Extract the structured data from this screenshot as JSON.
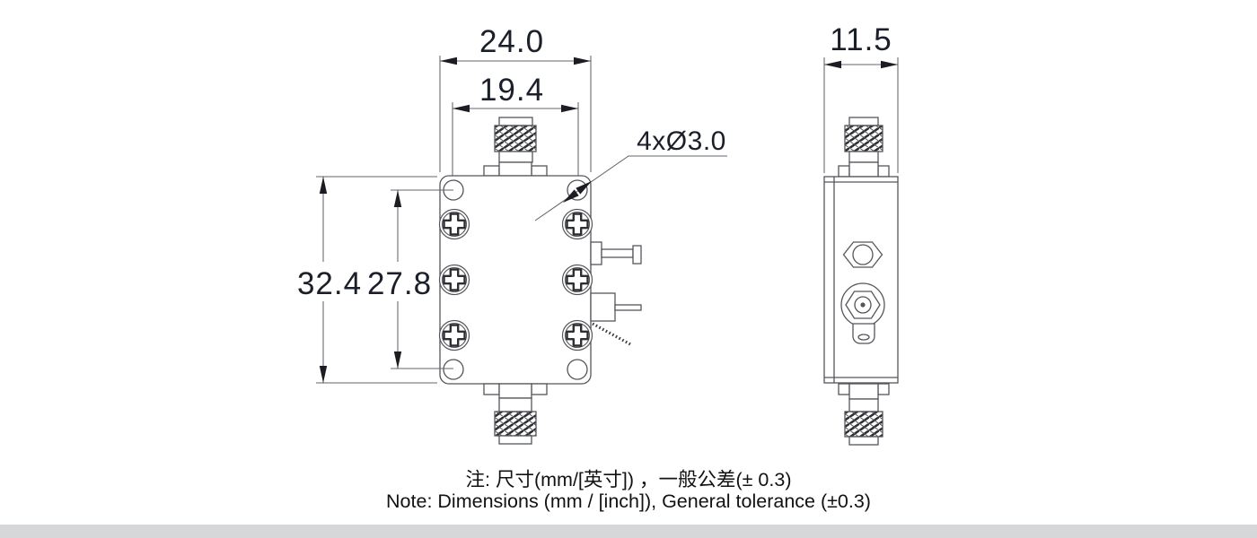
{
  "drawing": {
    "front_view": {
      "width_outer": "24.0",
      "width_hole_spacing": "19.4",
      "height_outer": "32.4",
      "height_hole_spacing": "27.8",
      "hole_callout": "4xØ3.0"
    },
    "side_view": {
      "depth": "11.5"
    },
    "notes": {
      "zh": "注: 尺寸(mm/[英寸]) ，一般公差(± 0.3)",
      "en": "Note: Dimensions (mm / [inch]), General tolerance (±0.3)"
    },
    "colors": {
      "background": "#ffffff",
      "line": "#55565a",
      "dimension_text": "#1b1f2a",
      "note_text": "#121212",
      "bottom_band": "#d6d7d9"
    }
  }
}
